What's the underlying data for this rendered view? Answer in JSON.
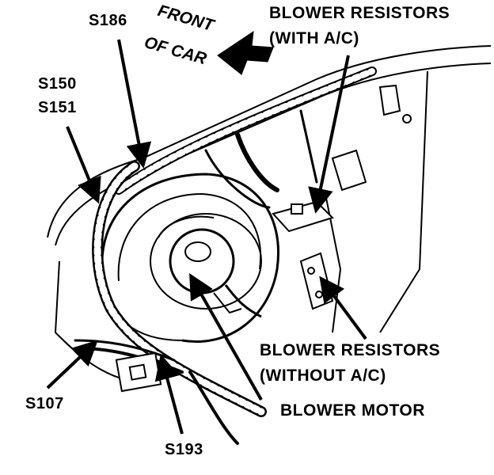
{
  "labels": {
    "s186": "S186",
    "front_of_car_1": "FRONT",
    "front_of_car_2": "OF CAR",
    "blower_resistors_ac_1": "BLOWER RESISTORS",
    "blower_resistors_ac_2": "(WITH A/C)",
    "s150": "S150",
    "s151": "S151",
    "blower_resistors_noac_1": "BLOWER RESISTORS",
    "blower_resistors_noac_2": "(WITHOUT A/C)",
    "s107": "S107",
    "blower_motor": "BLOWER MOTOR",
    "s193": "S193"
  },
  "colors": {
    "ink": "#000000",
    "paper": "#ffffff"
  }
}
